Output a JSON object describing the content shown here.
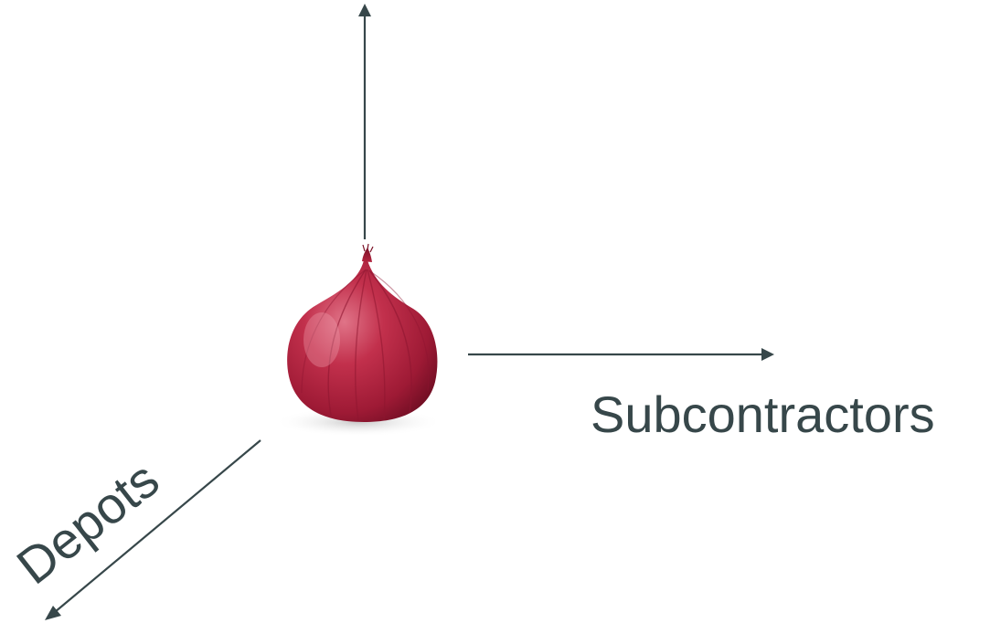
{
  "diagram": {
    "center_image": "red-onion",
    "axes": {
      "vertical": {
        "label": ""
      },
      "horizontal": {
        "label": "Subcontractors"
      },
      "diagonal": {
        "label": "Depots"
      }
    },
    "colors": {
      "axis": "#37474a",
      "onion_main": "#b4243f",
      "onion_dark": "#7a1026",
      "onion_highlight": "#e07488",
      "background": "#ffffff"
    }
  }
}
